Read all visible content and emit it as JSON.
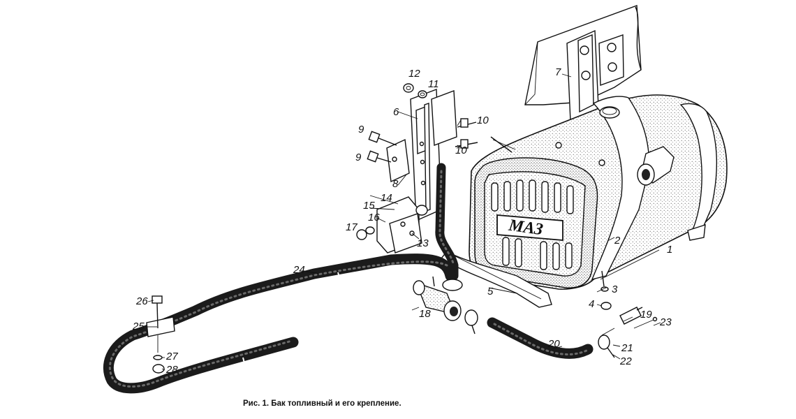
{
  "caption": "Рис. 1. Бак топливный и его крепление.",
  "logo_text": "МАЗ",
  "part_labels": [
    "1",
    "2",
    "3",
    "4",
    "5",
    "6",
    "7",
    "8",
    "9",
    "9",
    "10",
    "10",
    "11",
    "12",
    "13",
    "14",
    "15",
    "16",
    "17",
    "18",
    "19",
    "20",
    "21",
    "22",
    "23",
    "24",
    "25",
    "26",
    "27",
    "28"
  ],
  "colors": {
    "ink": "#111111",
    "paper": "#ffffff",
    "hose": "#1b1b1b"
  }
}
